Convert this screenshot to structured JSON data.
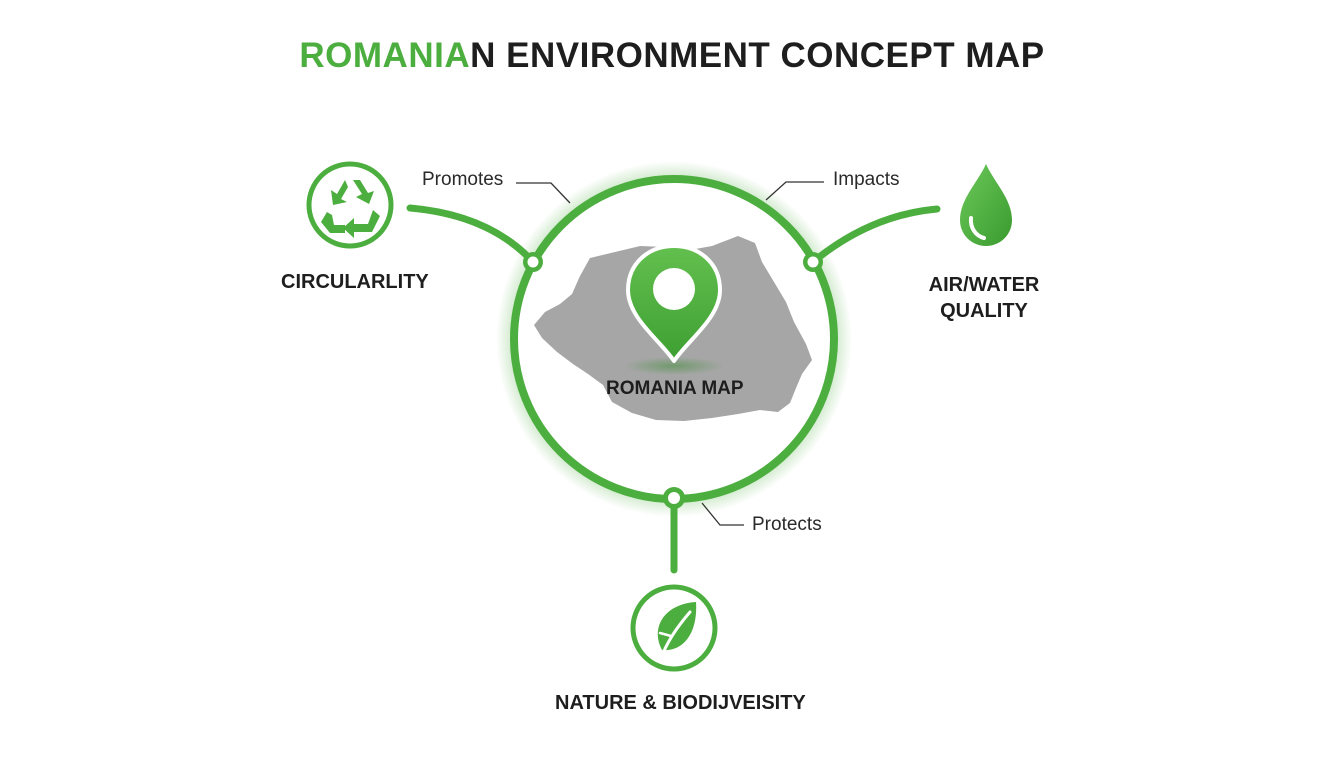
{
  "title": {
    "green_part": "ROMANIA",
    "dark_part": "N ENVIRONMENT CONCEPT MAP"
  },
  "center": {
    "label": "ROMANIA MAP",
    "icon": "map-pin-icon"
  },
  "nodes": {
    "circularity": {
      "label": "CIRCULARLITY",
      "icon": "recycle-icon"
    },
    "air_water": {
      "label_line1": "AIR/WATER",
      "label_line2": "QUALITY",
      "icon": "water-drop-icon"
    },
    "nature": {
      "label": "NATURE & BIODIJVEISITY",
      "icon": "leaf-icon"
    }
  },
  "edges": {
    "promotes": "Promotes",
    "impacts": "Impacts",
    "protects": "Protects"
  },
  "colors": {
    "accent_green": "#4cae3e",
    "map_gray": "#a6a6a6",
    "text_dark": "#1e1e1e"
  }
}
